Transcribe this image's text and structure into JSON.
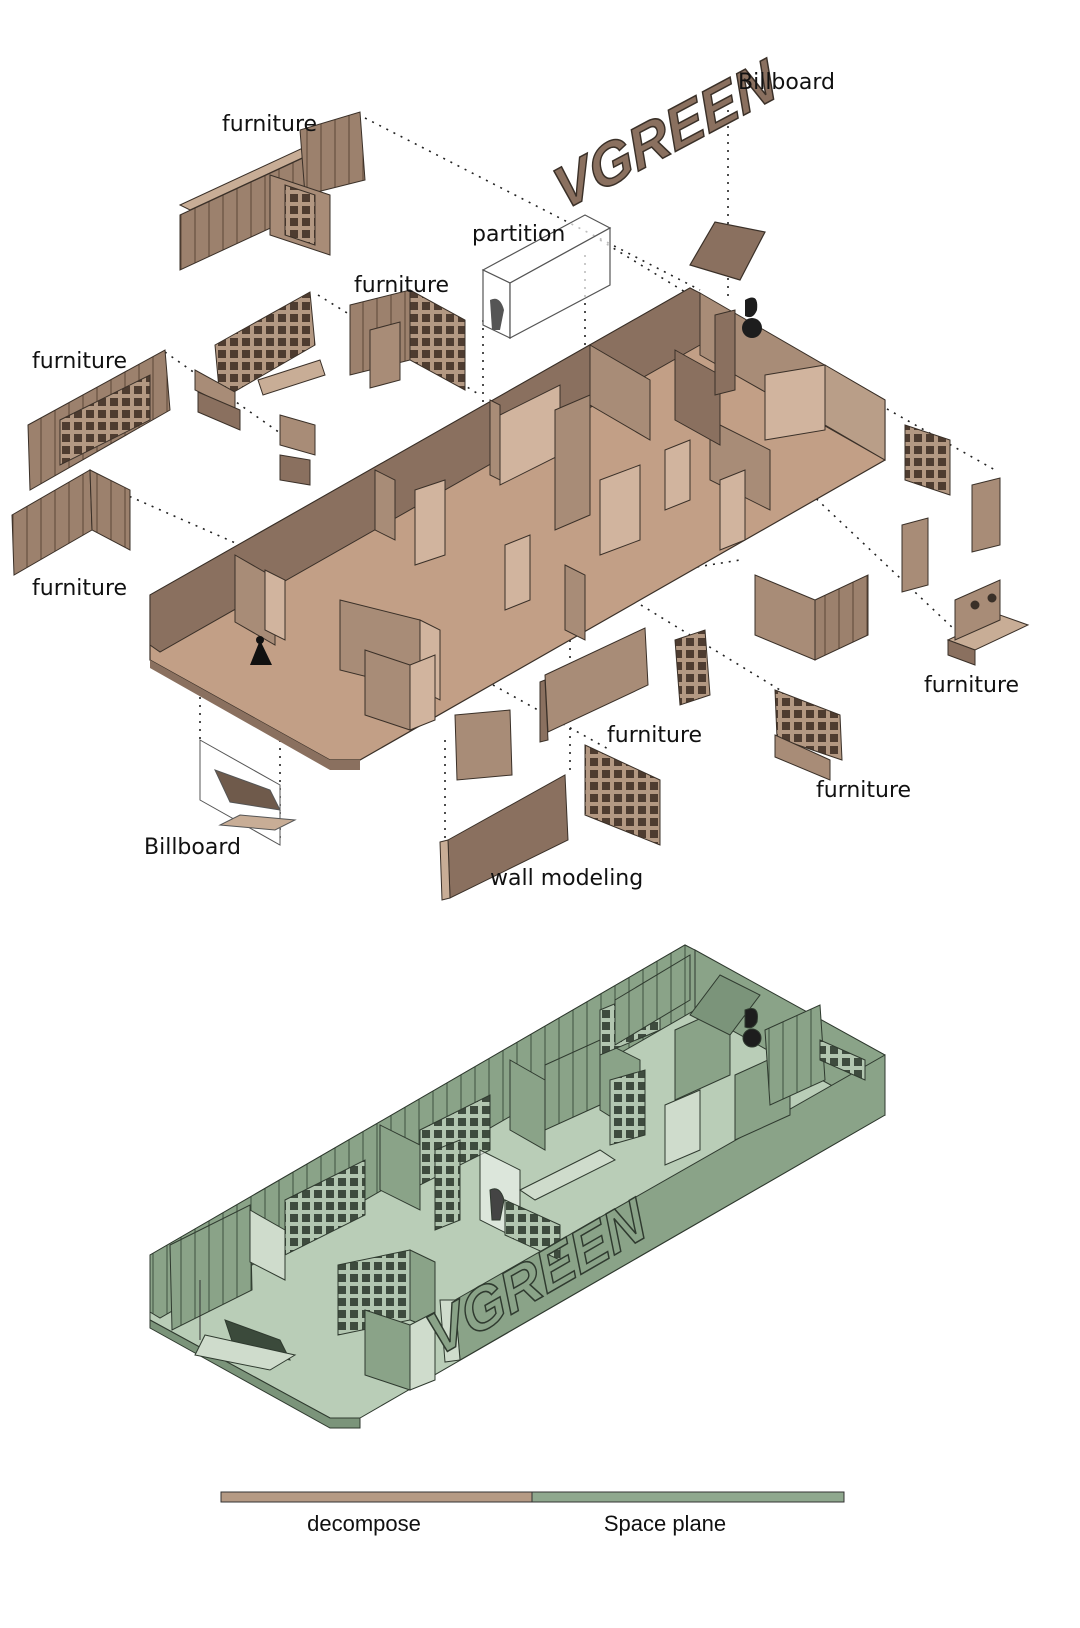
{
  "colors": {
    "decompose": "#b59a84",
    "space_plane": "#8fa88e",
    "wall_dark": "#8a705f",
    "wall_light": "#c8ad96",
    "floor": "#c29f86",
    "green_dark": "#7b947a",
    "green_light": "#cfdccc",
    "green_floor": "#b9cdb7",
    "edge": "#3a3028"
  },
  "brand_sign": "VGREEN",
  "labels": {
    "furniture_top": "furniture",
    "billboard_top": "Billboard",
    "partition": "partition",
    "furniture_mid": "furniture",
    "furniture_left": "furniture",
    "furniture_left_lower": "furniture",
    "furniture_right": "furniture",
    "furniture_center": "furniture",
    "furniture_lower_right": "furniture",
    "billboard_bottom": "Billboard",
    "wall_modeling": "wall modeling"
  },
  "legend": {
    "decompose": "decompose",
    "space_plane": "Space plane"
  }
}
